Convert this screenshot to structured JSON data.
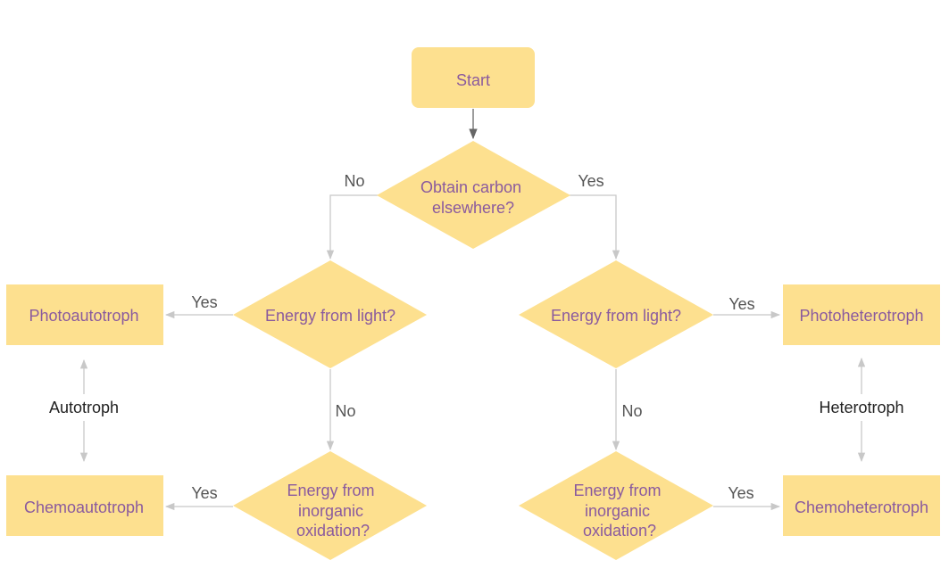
{
  "colors": {
    "node_fill": "#fde08f",
    "node_text": "#8a5a9e",
    "arrow": "#c8c8c8",
    "start_arrow": "#666666",
    "edge_label": "#555555",
    "group_label": "#222222"
  },
  "nodes": {
    "start": {
      "label": "Start"
    },
    "q_carbon": {
      "lines": [
        "Obtain carbon",
        "elsewhere?"
      ]
    },
    "q_light_left": {
      "label": "Energy from light?"
    },
    "q_light_right": {
      "label": "Energy from light?"
    },
    "q_inorg_left": {
      "lines": [
        "Energy from",
        "inorganic",
        "oxidation?"
      ]
    },
    "q_inorg_right": {
      "lines": [
        "Energy from",
        "inorganic",
        "oxidation?"
      ]
    },
    "photoautotroph": {
      "label": "Photoautotroph"
    },
    "chemoautotroph": {
      "label": "Chemoautotroph"
    },
    "photoheterotroph": {
      "label": "Photoheterotroph"
    },
    "chemoheterotroph": {
      "label": "Chemoheterotroph"
    }
  },
  "edge_labels": {
    "carbon_no": "No",
    "carbon_yes": "Yes",
    "light_left_yes": "Yes",
    "light_left_no": "No",
    "inorg_left_yes": "Yes",
    "light_right_yes": "Yes",
    "light_right_no": "No",
    "inorg_right_yes": "Yes"
  },
  "groups": {
    "autotroph": "Autotroph",
    "heterotroph": "Heterotroph"
  }
}
